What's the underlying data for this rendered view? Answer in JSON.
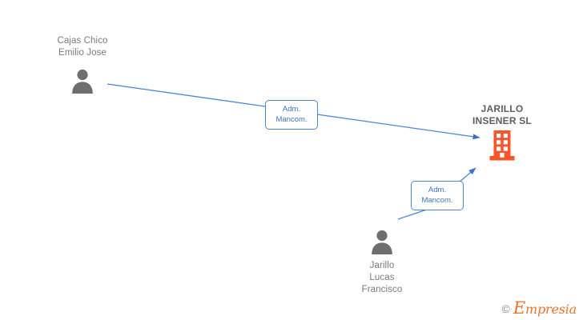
{
  "diagram": {
    "type": "corporate-relationship-graph",
    "background_color": "#ffffff",
    "edge_color": "#3b73c4",
    "person_color": "#6e6e6e",
    "company_color": "#f9552b",
    "nodes": [
      {
        "id": "person-cajas-chico",
        "kind": "person",
        "icon": "person-icon",
        "name": "Cajas Chico\nEmilio Jose",
        "label_position": "above"
      },
      {
        "id": "person-jarillo-lucas",
        "kind": "person",
        "icon": "person-icon",
        "name": "Jarillo\nLucas\nFrancisco",
        "label_position": "below"
      },
      {
        "id": "company-jarillo-insener",
        "kind": "company",
        "icon": "building-icon",
        "name": "JARILLO\nINSENER SL",
        "label_position": "above"
      }
    ],
    "edges": [
      {
        "id": "edge-cajas-to-company",
        "from": "person-cajas-chico",
        "to": "company-jarillo-insener",
        "label": "Adm.\nMancom.",
        "arrow": "end"
      },
      {
        "id": "edge-jarillo-to-company",
        "from": "person-jarillo-lucas",
        "to": "company-jarillo-insener",
        "label": "Adm.\nMancom.",
        "arrow": "end"
      }
    ]
  },
  "watermark": {
    "copyright": "©",
    "brand_initial": "E",
    "brand_rest": "mpresia"
  }
}
